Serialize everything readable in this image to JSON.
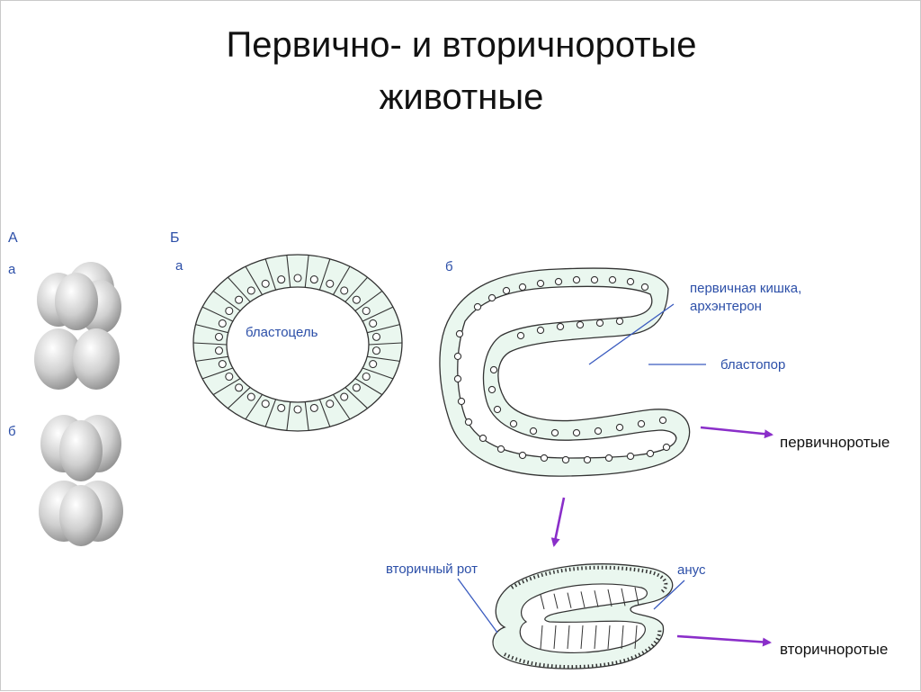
{
  "title": {
    "line1": "Первично- и вторичноротые",
    "line2": "животные"
  },
  "panel_a": {
    "label": "А",
    "row_a": "а",
    "row_b": "б"
  },
  "panel_b": {
    "label": "Б",
    "sub_a": "а",
    "sub_b": "б",
    "blastocoel": "бластоцель",
    "archenteron_line1": "первичная кишка,",
    "archenteron_line2": "архэнтерон",
    "blastopore": "бластопор",
    "protostomes": "первичноротые",
    "secondary_mouth": "вторичный рот",
    "anus": "анус",
    "deuterostomes": "вторичноротые"
  },
  "colors": {
    "cell_fill": "#eaf7ef",
    "label_blue": "#2c4fa8",
    "arrow_purple": "#8a2ec9"
  }
}
